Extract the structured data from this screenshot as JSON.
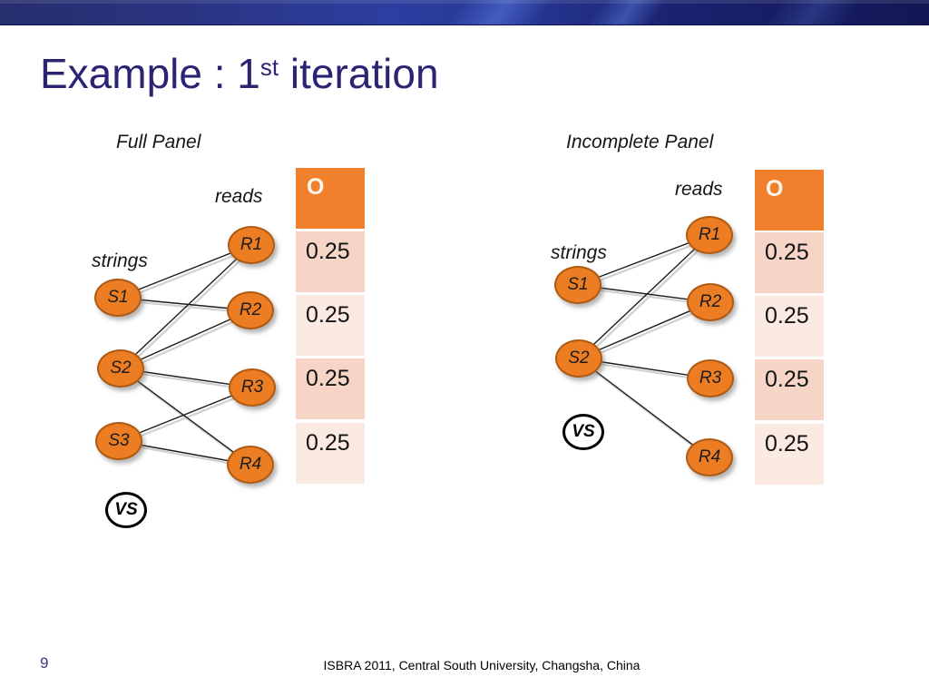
{
  "slide": {
    "title": {
      "prefix": "Example : 1",
      "sup": "st",
      "suffix": " iteration"
    },
    "footer": "ISBRA 2011, Central South University, Changsha, China",
    "page_number": "9"
  },
  "colors": {
    "title_text": "#2B2473",
    "banner_navy": "#1B2370",
    "node_fill": "#EC7D23",
    "node_border": "#AF5A12",
    "table_header_bg": "#F0802B",
    "table_row_dark": "#F6D5C6",
    "table_row_light": "#FBEAE2"
  },
  "panels": [
    {
      "title": "Full Panel",
      "strings_label": "strings",
      "reads_label": "reads",
      "vs_label": "VS",
      "strings": [
        "S1",
        "S2",
        "S3"
      ],
      "reads": [
        "R1",
        "R2",
        "R3",
        "R4"
      ],
      "edges": [
        [
          "S1",
          "R1"
        ],
        [
          "S1",
          "R2"
        ],
        [
          "S2",
          "R1"
        ],
        [
          "S2",
          "R2"
        ],
        [
          "S2",
          "R3"
        ],
        [
          "S2",
          "R4"
        ],
        [
          "S3",
          "R3"
        ],
        [
          "S3",
          "R4"
        ]
      ],
      "table": {
        "header": "O",
        "values": [
          "0.25",
          "0.25",
          "0.25",
          "0.25"
        ]
      }
    },
    {
      "title": "Incomplete Panel",
      "strings_label": "strings",
      "reads_label": "reads",
      "vs_label": "VS",
      "strings": [
        "S1",
        "S2"
      ],
      "reads": [
        "R1",
        "R2",
        "R3",
        "R4"
      ],
      "edges": [
        [
          "S1",
          "R1"
        ],
        [
          "S1",
          "R2"
        ],
        [
          "S2",
          "R1"
        ],
        [
          "S2",
          "R2"
        ],
        [
          "S2",
          "R3"
        ],
        [
          "S2",
          "R4"
        ]
      ],
      "table": {
        "header": "O",
        "values": [
          "0.25",
          "0.25",
          "0.25",
          "0.25"
        ]
      }
    }
  ]
}
